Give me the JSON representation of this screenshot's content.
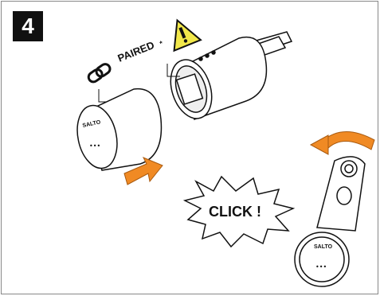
{
  "step": {
    "number": "4"
  },
  "pairing": {
    "label": "PAIRED",
    "footnote_mark": "*"
  },
  "knob_front": {
    "brand": "SALTO",
    "dots": "•••"
  },
  "knob_rotated": {
    "brand": "SALTO",
    "dots": "•••"
  },
  "click_label": "CLICK !",
  "colors": {
    "arrow_orange": "#f08a24",
    "warning_yellow": "#f2e84a",
    "outline": "#111111"
  },
  "icons": [
    "step-number-badge",
    "link-icon",
    "warning-icon",
    "push-arrow-icon",
    "rotate-arrow-icon",
    "click-burst-icon"
  ]
}
